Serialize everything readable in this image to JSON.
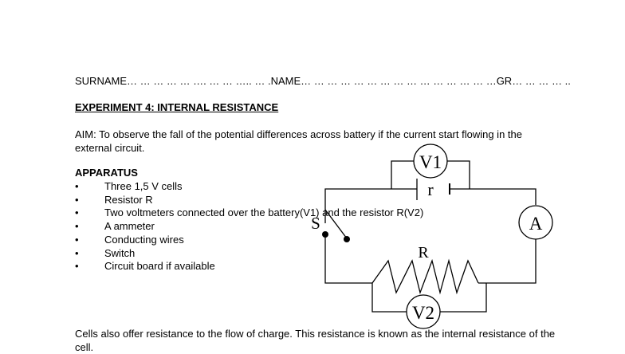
{
  "header": {
    "line": "SURNAME… … … … … …. … … ….. … .NAME… … … … … … … … … … … … … … …GR… … … … .."
  },
  "title": "EXPERIMENT 4: INTERNAL RESISTANCE",
  "aim": "AIM: To observe the fall of the potential differences across battery if the current start flowing in the external circuit.",
  "apparatus": {
    "heading": "APPARATUS",
    "bullet": "•",
    "items": [
      "Three 1,5 V cells",
      "Resistor R",
      "Two voltmeters connected over the battery(V1) and the resistor R(V2)",
      "A ammeter",
      "Conducting wires",
      "Switch",
      "Circuit board if available"
    ]
  },
  "circuit": {
    "voltmeter1_label": "V1",
    "voltmeter2_label": "V2",
    "ammeter_label": "A",
    "internal_resistance_label": "r",
    "resistor_label": "R",
    "switch_label": "S"
  },
  "bottom_text": "Cells also offer resistance to the flow of charge.  This resistance is      known as the internal resistance of  the  cell."
}
